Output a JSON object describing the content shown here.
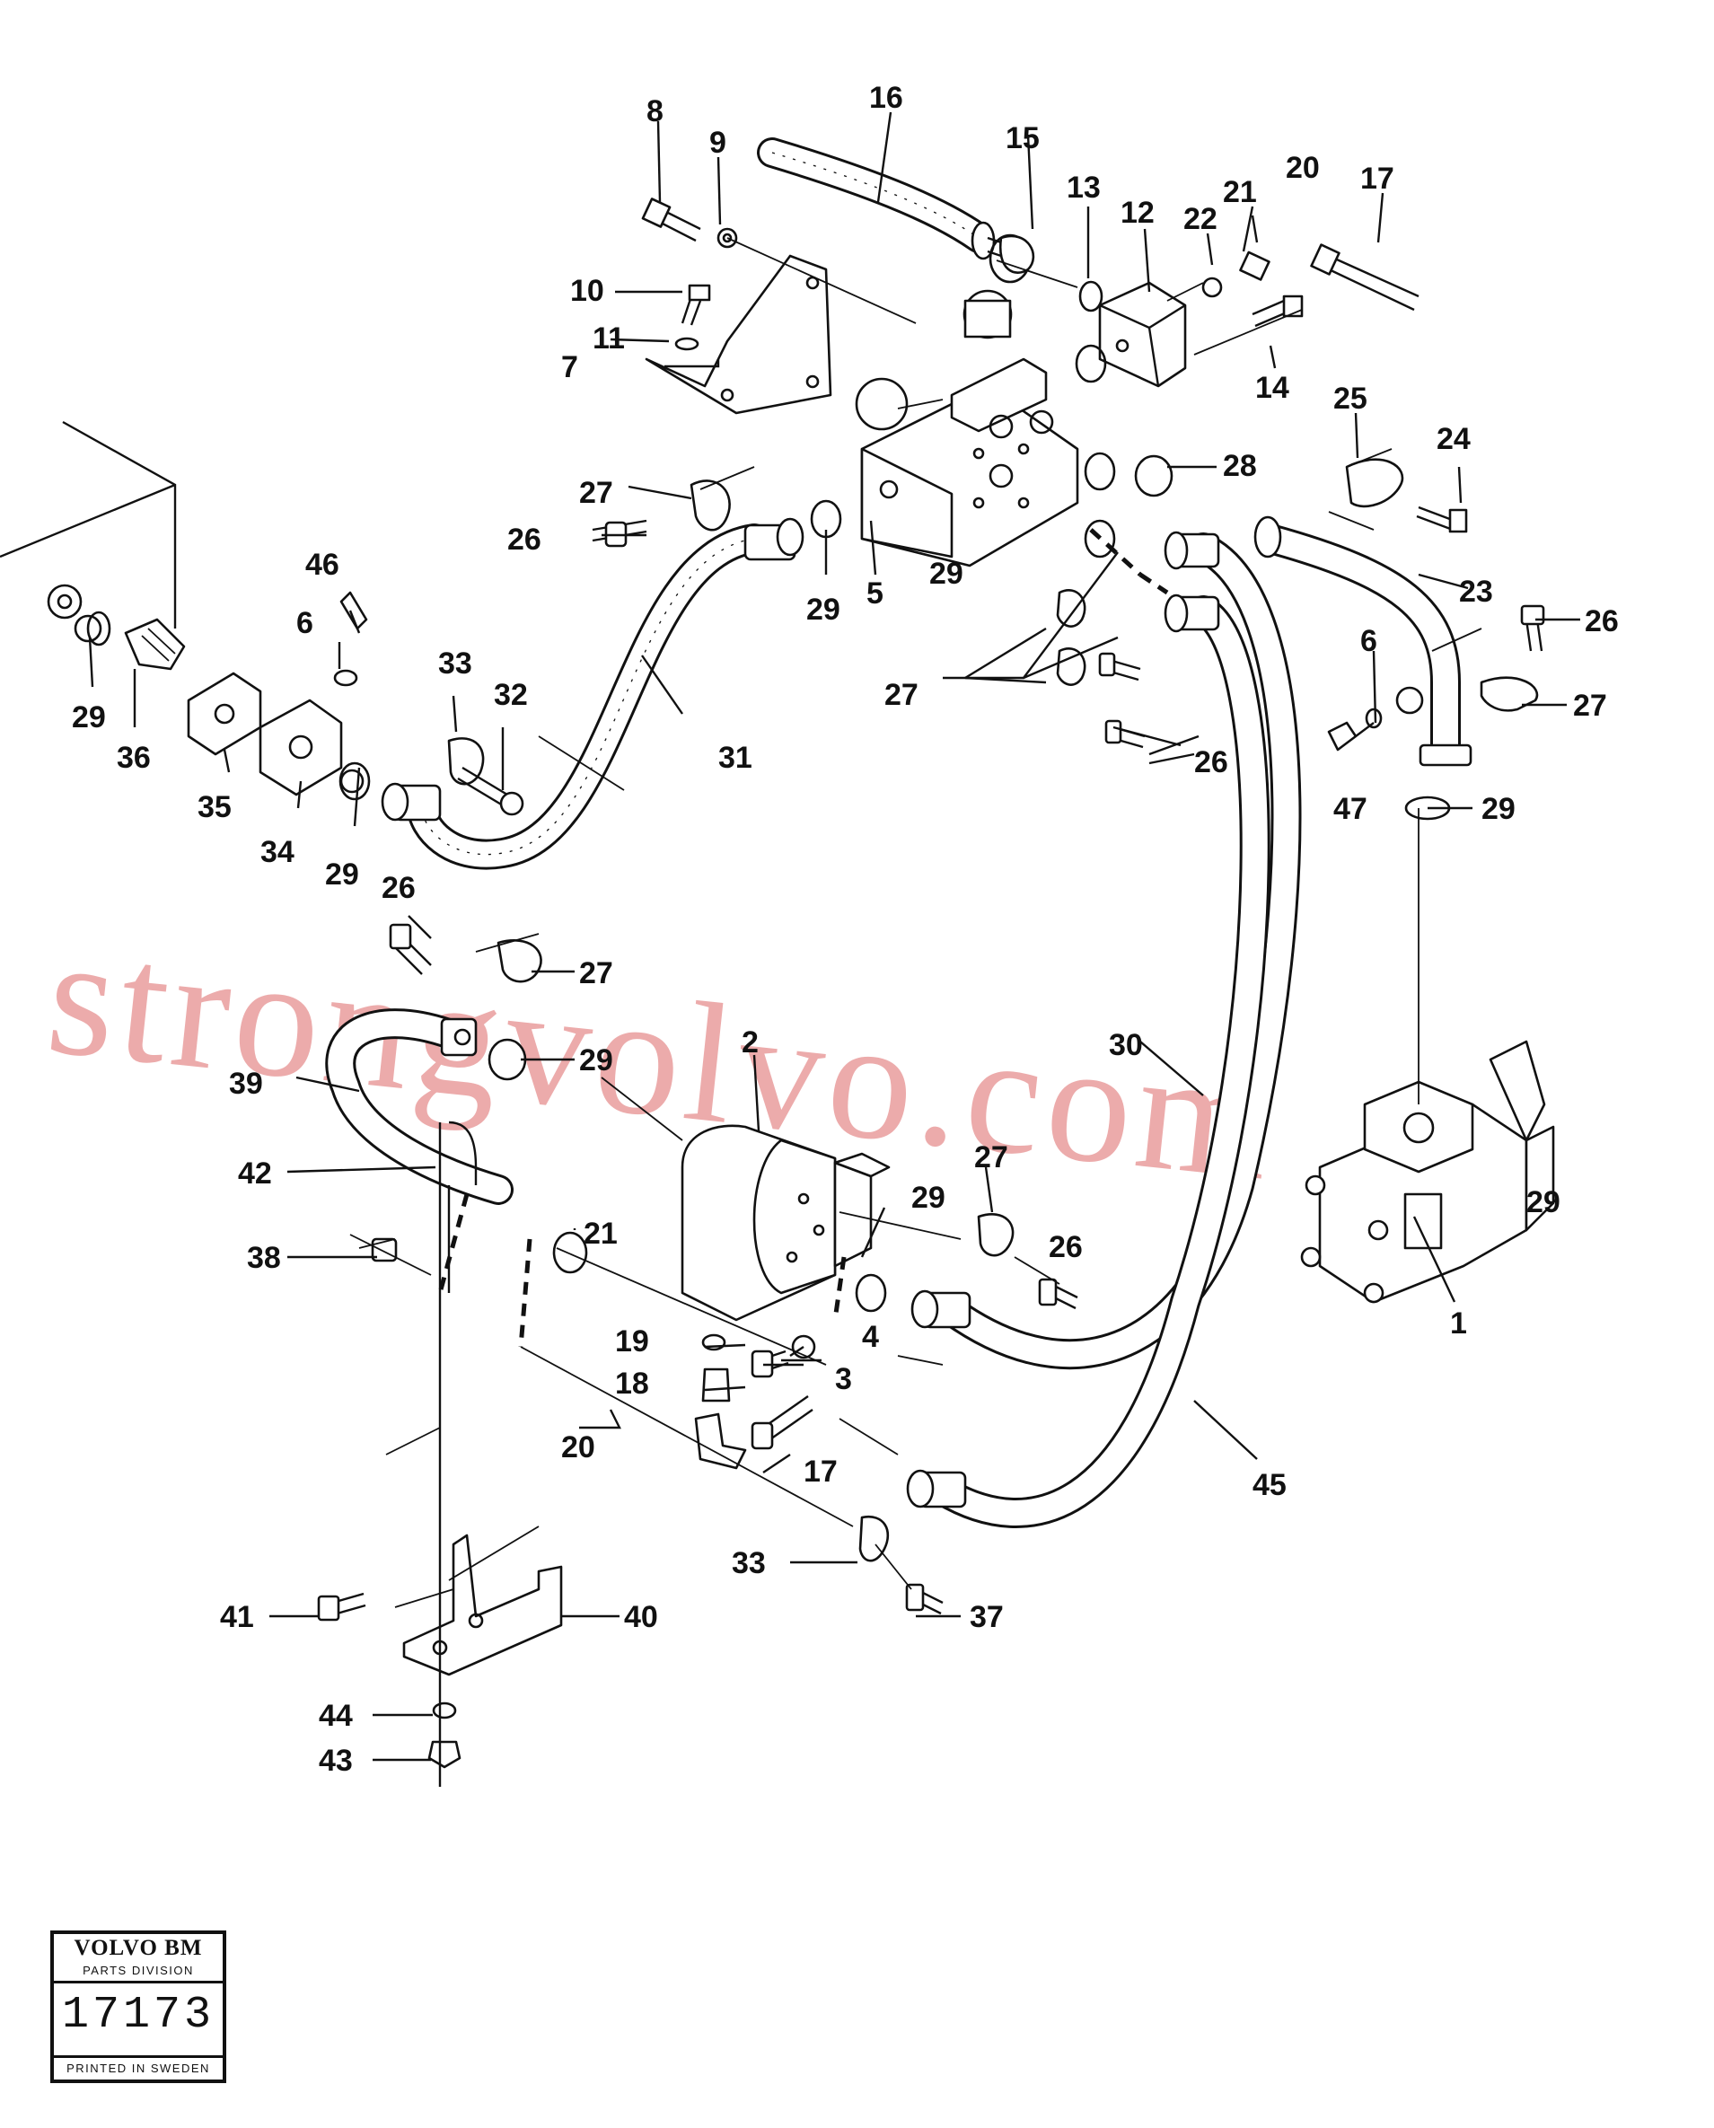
{
  "watermark": "strongvolvo.com",
  "stamp": {
    "brand": "VOLVO BM",
    "division": "PARTS DIVISION",
    "number": "17173",
    "footer": "PRINTED IN SWEDEN"
  },
  "callouts": [
    "1",
    "2",
    "3",
    "4",
    "5",
    "6",
    "6",
    "7",
    "8",
    "9",
    "10",
    "11",
    "12",
    "13",
    "14",
    "15",
    "16",
    "17",
    "17",
    "18",
    "19",
    "20",
    "20",
    "21",
    "21",
    "22",
    "23",
    "24",
    "25",
    "26",
    "26",
    "26",
    "26",
    "26",
    "27",
    "27",
    "27",
    "27",
    "27",
    "28",
    "29",
    "29",
    "29",
    "29",
    "29",
    "29",
    "29",
    "29",
    "30",
    "31",
    "32",
    "33",
    "33",
    "34",
    "35",
    "36",
    "37",
    "38",
    "39",
    "40",
    "41",
    "42",
    "43",
    "44",
    "45",
    "46",
    "47"
  ]
}
